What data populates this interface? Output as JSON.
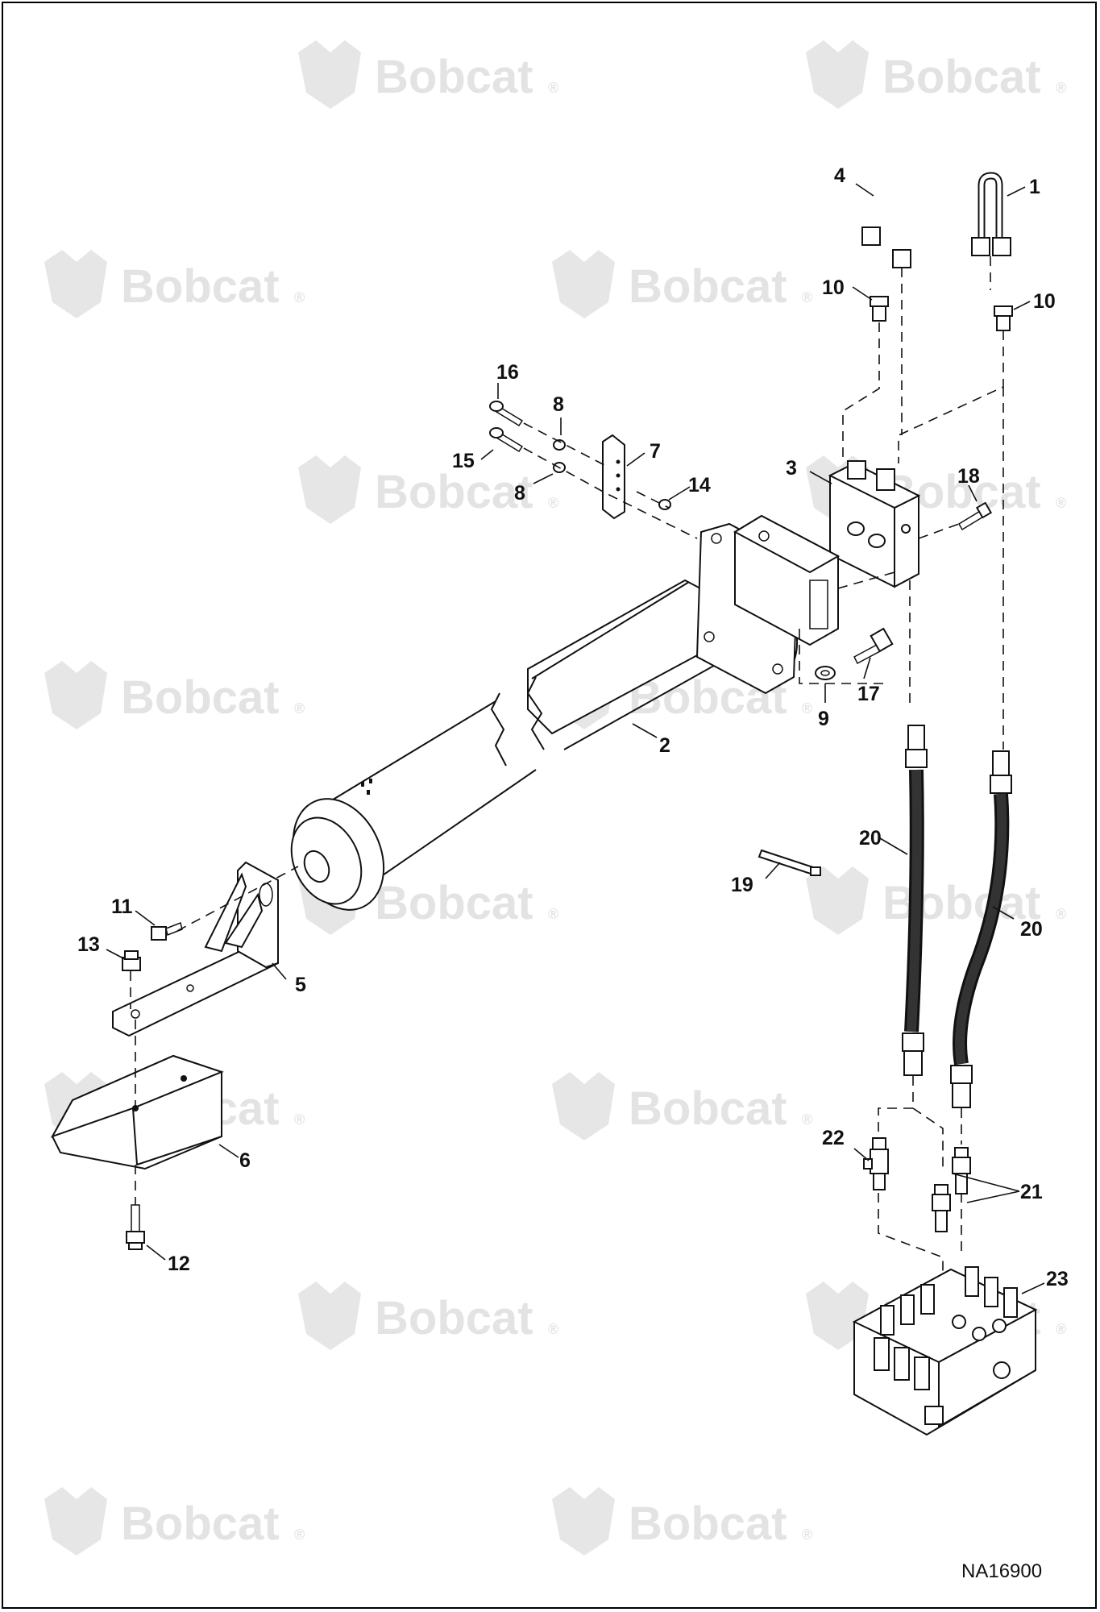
{
  "watermark": {
    "text": "Bobcat",
    "symbol": "®",
    "color": "#e3e3e3"
  },
  "drawing_id": "NA16900",
  "callouts": [
    {
      "id": "c1",
      "label": "1"
    },
    {
      "id": "c2",
      "label": "2"
    },
    {
      "id": "c3",
      "label": "3"
    },
    {
      "id": "c4",
      "label": "4"
    },
    {
      "id": "c5",
      "label": "5"
    },
    {
      "id": "c6",
      "label": "6"
    },
    {
      "id": "c7",
      "label": "7"
    },
    {
      "id": "c8a",
      "label": "8"
    },
    {
      "id": "c8b",
      "label": "8"
    },
    {
      "id": "c9",
      "label": "9"
    },
    {
      "id": "c10a",
      "label": "10"
    },
    {
      "id": "c10b",
      "label": "10"
    },
    {
      "id": "c11",
      "label": "11"
    },
    {
      "id": "c12",
      "label": "12"
    },
    {
      "id": "c13",
      "label": "13"
    },
    {
      "id": "c14",
      "label": "14"
    },
    {
      "id": "c15",
      "label": "15"
    },
    {
      "id": "c16",
      "label": "16"
    },
    {
      "id": "c17",
      "label": "17"
    },
    {
      "id": "c18",
      "label": "18"
    },
    {
      "id": "c19",
      "label": "19"
    },
    {
      "id": "c20a",
      "label": "20"
    },
    {
      "id": "c20b",
      "label": "20"
    },
    {
      "id": "c21",
      "label": "21"
    },
    {
      "id": "c22",
      "label": "22"
    },
    {
      "id": "c23",
      "label": "23"
    }
  ]
}
